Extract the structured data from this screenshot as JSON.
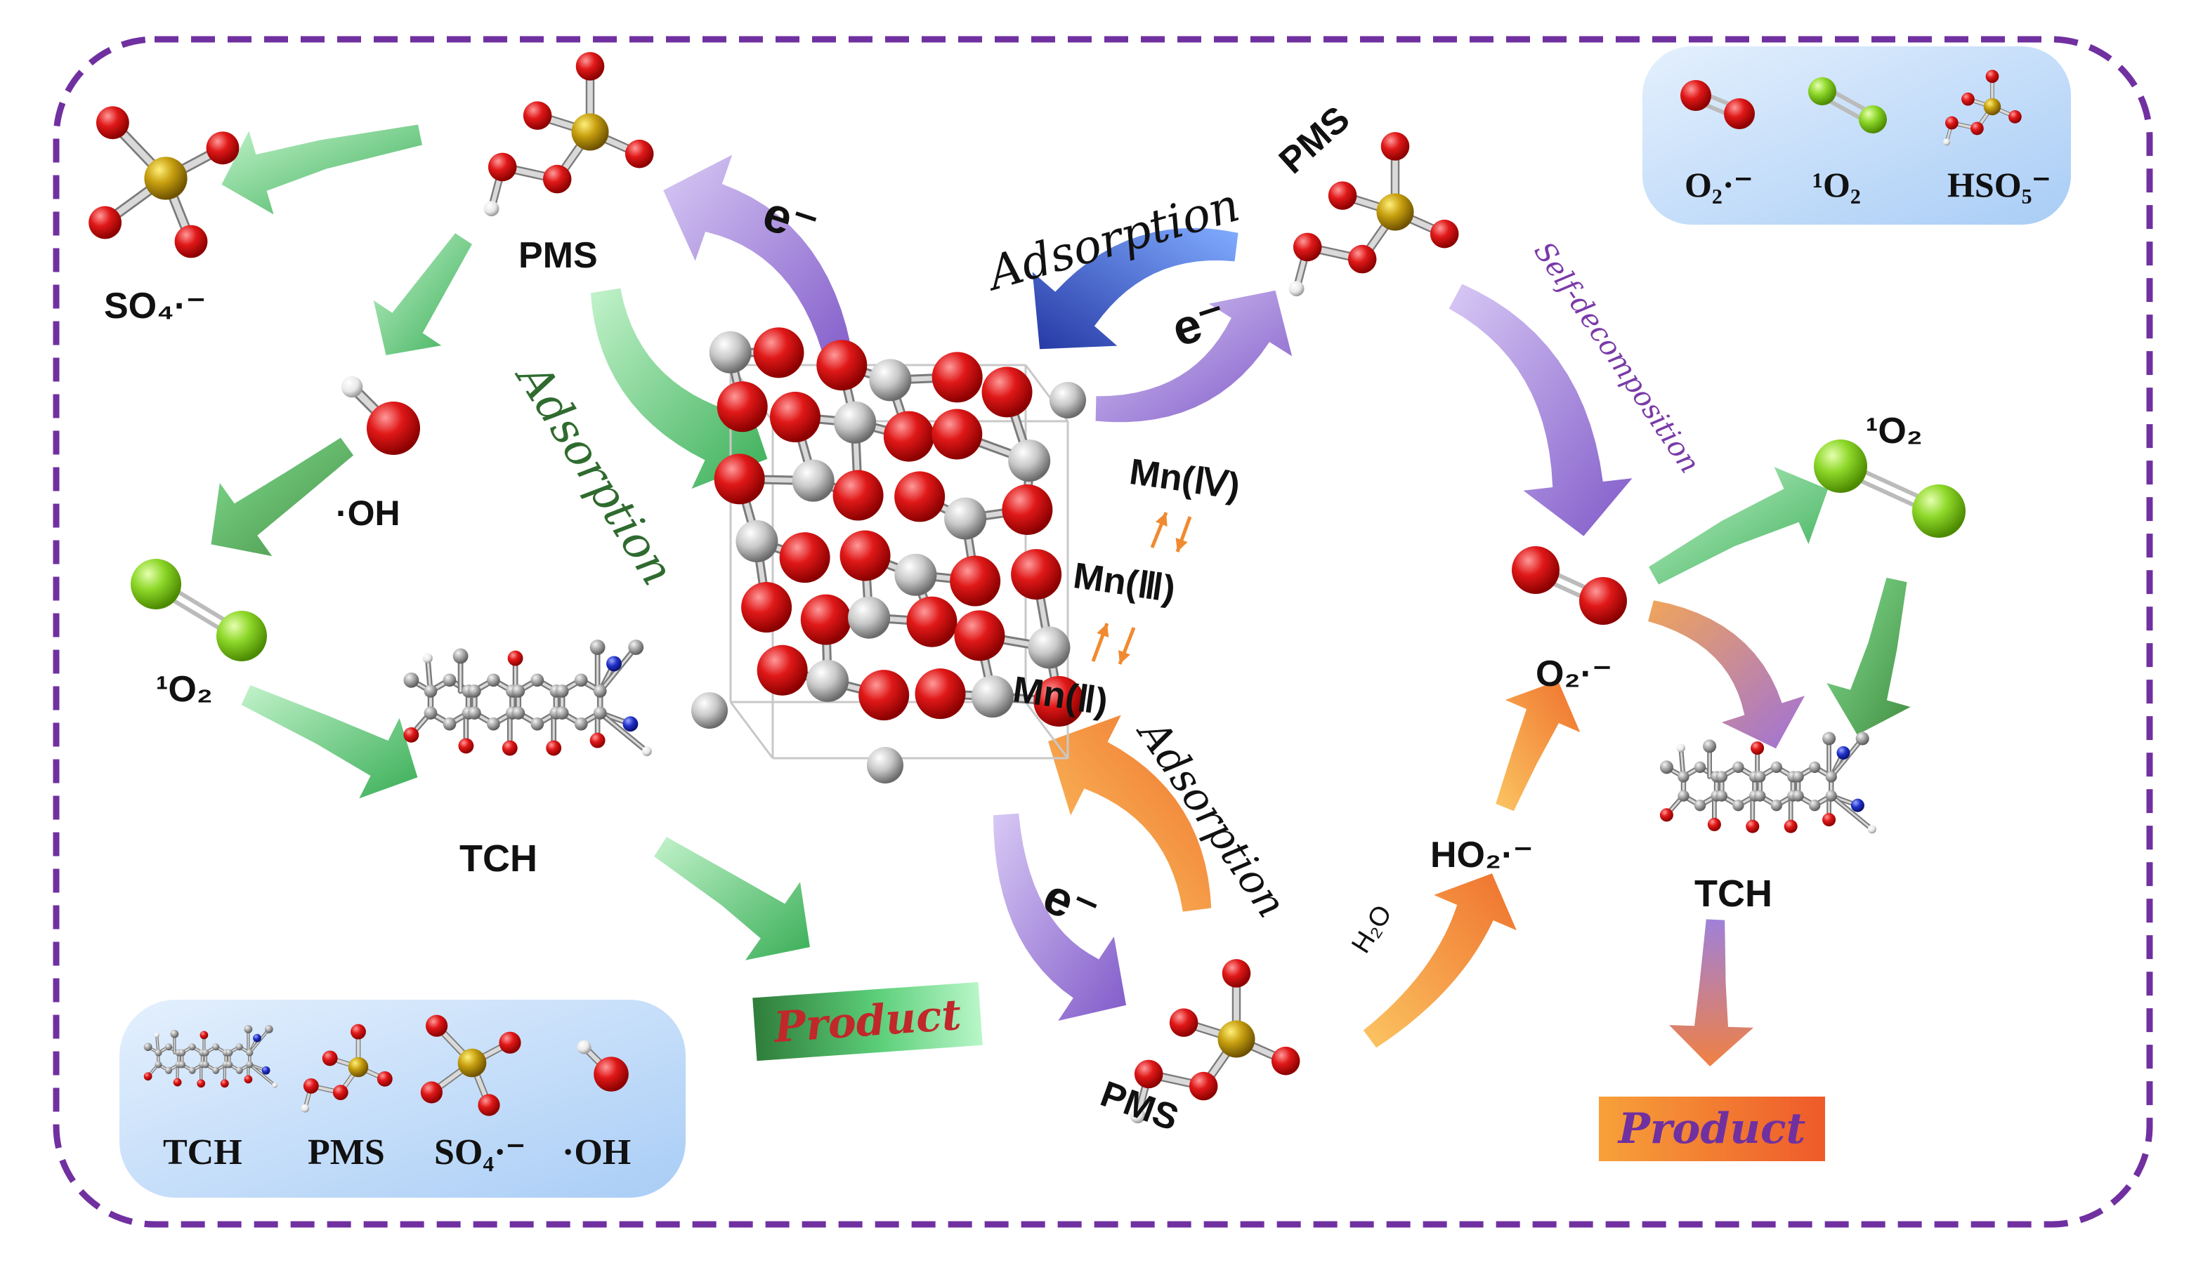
{
  "legend_top": {
    "items": [
      {
        "label": "O₂·⁻"
      },
      {
        "label": "¹O₂"
      },
      {
        "label": "HSO₅⁻"
      }
    ]
  },
  "legend_bottom": {
    "items": [
      {
        "label": "TCH"
      },
      {
        "label": "PMS"
      },
      {
        "label": "SO₄·⁻"
      },
      {
        "label": "·OH"
      }
    ]
  },
  "labels": {
    "pms": "PMS",
    "so4": "SO₄·⁻",
    "oh": "·OH",
    "singlet_oxygen": "¹O₂",
    "tch": "TCH",
    "o2_radical": "O₂·⁻",
    "ho2_radical": "HO₂·⁻",
    "h2o": "H₂O",
    "adsorption": "Adsorption",
    "self_decomposition": "Self-decomposition",
    "electron": "e⁻",
    "mn4": "Mn(Ⅳ)",
    "mn3": "Mn(Ⅲ)",
    "mn2": "Mn(Ⅱ)",
    "product": "Product"
  },
  "colors": {
    "frame_dash": "#7030a0",
    "green_arrow": "#3cb85a",
    "purple_arrow": "#8f6ed0",
    "orange_arrow": "#f08a30",
    "blue_arrow": "#2a52c8",
    "oxygen_atom": "#e01818",
    "sulfur_atom": "#c8a010",
    "hydrogen_atom": "#f2f2f2",
    "singlet_atom": "#8ed82a",
    "mn_atom": "#c8c8c8",
    "legend_bg": "#cfe4fb"
  }
}
